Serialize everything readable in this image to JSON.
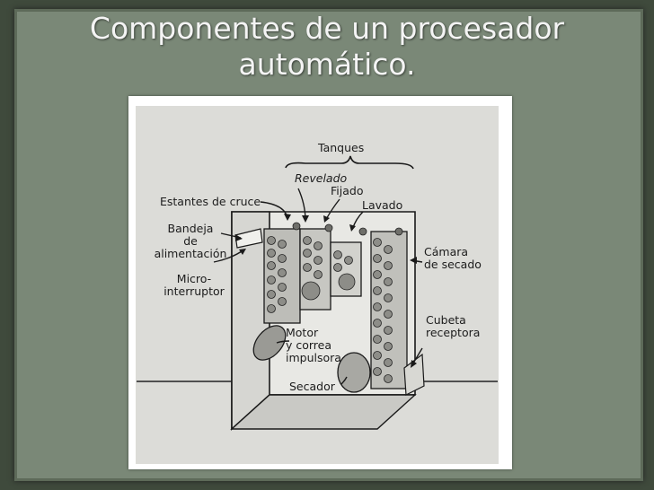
{
  "slide": {
    "title_line1": "Componentes de un procesador",
    "title_line2": "automático."
  },
  "diagram": {
    "tanques": "Tanques",
    "revelado": "Revelado",
    "fijado": "Fijado",
    "lavado": "Lavado",
    "estantes": "Estantes de cruce",
    "bandeja_1": "Bandeja",
    "bandeja_2": "de",
    "bandeja_3": "alimentación",
    "micro_1": "Micro-",
    "micro_2": "interruptor",
    "camara_1": "Cámara",
    "camara_2": "de secado",
    "cubeta_1": "Cubeta",
    "cubeta_2": "receptora",
    "motor_1": "Motor",
    "motor_2": "y correa",
    "motor_3": "impulsora",
    "secador": "Secador"
  }
}
